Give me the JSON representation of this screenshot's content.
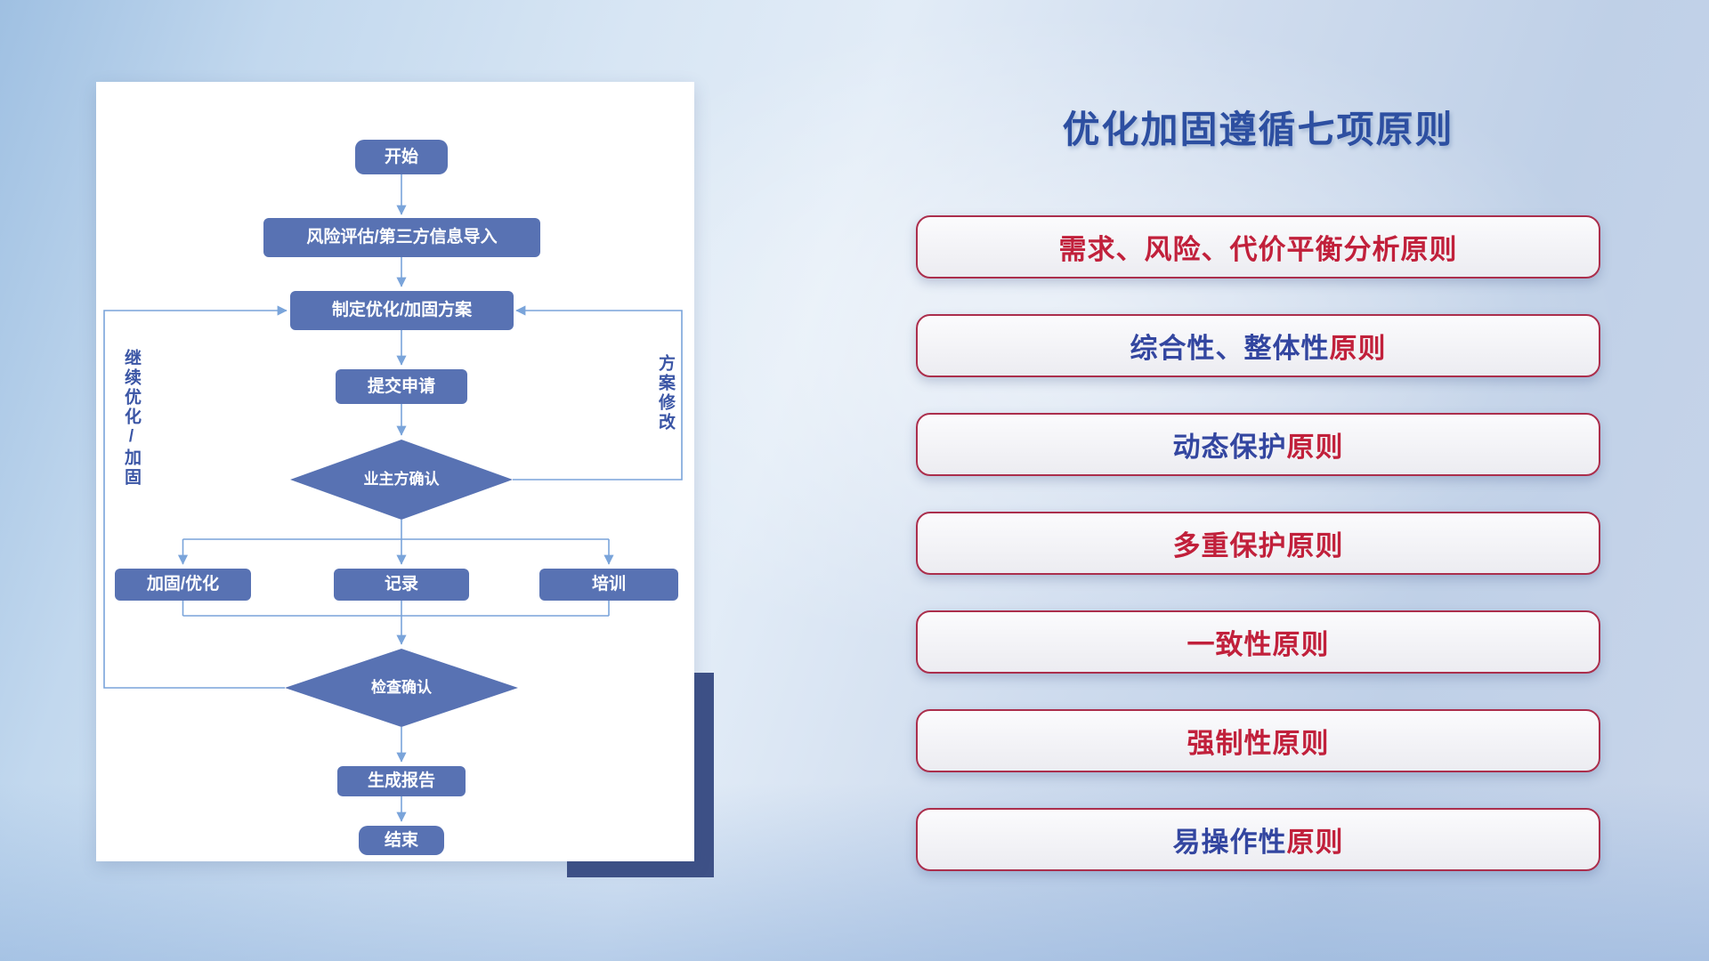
{
  "title": "优化加固遵循七项原则",
  "colors": {
    "title_blue": "#2d4fa1",
    "box_border": "#ab2e4c",
    "node_blue": "#5872b3",
    "connector_blue": "#7aa4da",
    "loop_label_blue": "#3a55a5",
    "navy_block": "#3e5187",
    "principle_red": "#c1203b",
    "principle_blue": "#3346a0"
  },
  "flowchart": {
    "nodes": {
      "start": "开始",
      "risk": "风险评估/第三方信息导入",
      "plan": "制定优化/加固方案",
      "submit": "提交申请",
      "owner_confirm": "业主方确认",
      "harden": "加固/优化",
      "record": "记录",
      "training": "培训",
      "check_confirm": "检查确认",
      "report": "生成报告",
      "end": "结束"
    },
    "loop_labels": {
      "continue_loop": "继续优化/加固",
      "revise_loop": "方案修改"
    }
  },
  "principles": [
    {
      "segments": [
        {
          "text": "需求、风险、代价平衡分析原则",
          "color": "#c1203b"
        }
      ]
    },
    {
      "segments": [
        {
          "text": "综合性、整体性",
          "color": "#3346a0"
        },
        {
          "text": "原则",
          "color": "#c1203b"
        }
      ]
    },
    {
      "segments": [
        {
          "text": "动态保护",
          "color": "#3346a0"
        },
        {
          "text": "原则",
          "color": "#c1203b"
        }
      ]
    },
    {
      "segments": [
        {
          "text": "多重保护原则",
          "color": "#c1203b"
        }
      ]
    },
    {
      "segments": [
        {
          "text": "一致性原则",
          "color": "#c1203b"
        }
      ]
    },
    {
      "segments": [
        {
          "text": "强制性原则",
          "color": "#c1203b"
        }
      ]
    },
    {
      "segments": [
        {
          "text": "易操作性",
          "color": "#3346a0"
        },
        {
          "text": "原则",
          "color": "#c1203b"
        }
      ]
    }
  ]
}
